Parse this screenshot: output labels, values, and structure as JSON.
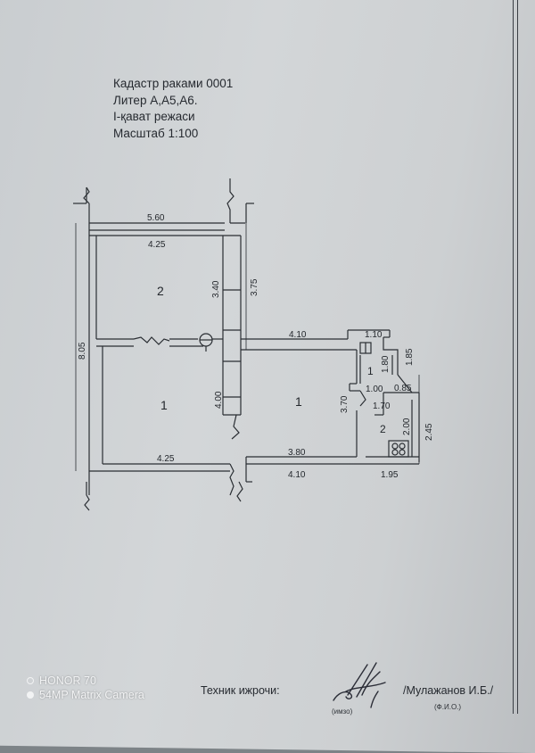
{
  "header": {
    "line1": "Кадастр раками 0001",
    "line2": "Литер А,А5,А6.",
    "line3": "I-қават режаси",
    "line4": "Масштаб 1:100"
  },
  "plan": {
    "rooms": {
      "room_2_left": "2",
      "room_1_left": "1",
      "room_1_mid": "1",
      "room_1_small": "1",
      "room_2_small": "2"
    },
    "dims": {
      "top_outer": "5.60",
      "top_inner": "4.25",
      "left_total": "8.05",
      "right_upper_outer": "3.75",
      "right_upper_inner": "3.40",
      "mid_lower_inner": "4.00",
      "mid_top": "4.10",
      "small_top": "1.10",
      "small_right_outer": "1.85",
      "small_right_inner": "1.80",
      "small_bottom": "1.00",
      "small_step": "0.85",
      "mid_right_inner": "3.70",
      "kitchen_top": "1.70",
      "kitchen_inner": "2.00",
      "kitchen_outer": "2.45",
      "bottom_left_inner": "4.25",
      "bottom_mid_inner": "3.80",
      "bottom_mid_outer": "4.10",
      "bottom_kitchen_outer": "1.95"
    }
  },
  "footer": {
    "label": "Техник ижрочи:",
    "name": "/Мулажанов И.Б./",
    "sign_caption": "(имзо)",
    "name_caption": "(Ф.И.О.)"
  },
  "watermark": {
    "line1": "HONOR 70",
    "line2": "54MP Matrix Camera"
  }
}
